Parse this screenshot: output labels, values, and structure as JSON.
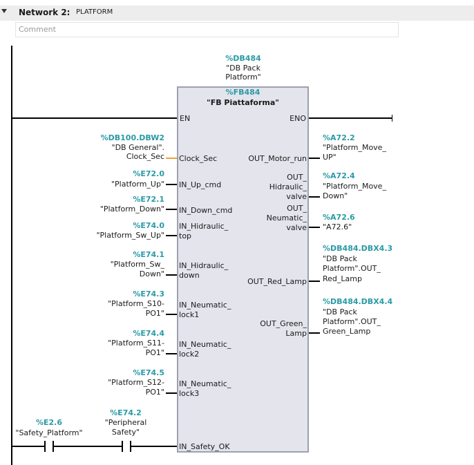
{
  "network": {
    "title": "Network 2:",
    "name": "PLATFORM",
    "comment_placeholder": "Comment"
  },
  "instance_db": {
    "address": "%DB484",
    "name_line1": "\"DB Pack",
    "name_line2": "Platform\""
  },
  "fb": {
    "address": "%FB484",
    "name": "\"FB Piattaforma\"",
    "en": "EN",
    "eno": "ENO"
  },
  "inputs": [
    {
      "pin": "Clock_Sec",
      "address": "%DB100.DBW2",
      "tag_line1": "\"DB General\".",
      "tag_line2": "Clock_Sec"
    },
    {
      "pin": "IN_Up_cmd",
      "address": "%E72.0",
      "tag_line1": "\"Platform_Up\"",
      "tag_line2": ""
    },
    {
      "pin": "IN_Down_cmd",
      "address": "%E72.1",
      "tag_line1": "\"Platform_Down\"",
      "tag_line2": ""
    },
    {
      "pin_line1": "IN_Hidraulic_",
      "pin_line2": "top",
      "address": "%E74.0",
      "tag_line1": "\"Platform_Sw_Up\"",
      "tag_line2": ""
    },
    {
      "pin_line1": "IN_Hidraulic_",
      "pin_line2": "down",
      "address": "%E74.1",
      "tag_line1": "\"Platform_Sw_",
      "tag_line2": "Down\""
    },
    {
      "pin_line1": "IN_Neumatic_",
      "pin_line2": "lock1",
      "address": "%E74.3",
      "tag_line1": "\"Platform_S10-",
      "tag_line2": "PO1\""
    },
    {
      "pin_line1": "IN_Neumatic_",
      "pin_line2": "lock2",
      "address": "%E74.4",
      "tag_line1": "\"Platform_S11-",
      "tag_line2": "PO1\""
    },
    {
      "pin_line1": "IN_Neumatic_",
      "pin_line2": "lock3",
      "address": "%E74.5",
      "tag_line1": "\"Platform_S12-",
      "tag_line2": "PO1\""
    },
    {
      "pin": "IN_Safety_OK"
    }
  ],
  "outputs": [
    {
      "pin": "OUT_Motor_run",
      "address": "%A72.2",
      "tag_line1": "\"Platform_Move_",
      "tag_line2": "UP\""
    },
    {
      "pin_line1": "OUT_",
      "pin_line2": "Hidraulic_",
      "pin_line3": "valve",
      "address": "%A72.4",
      "tag_line1": "\"Platform_Move_",
      "tag_line2": "Down\""
    },
    {
      "pin_line1": "OUT_",
      "pin_line2": "Neumatic_",
      "pin_line3": "valve",
      "address": "%A72.6",
      "tag_line1": "\"A72.6\""
    },
    {
      "pin": "OUT_Red_Lamp",
      "address": "%DB484.DBX4.3",
      "tag_line1": "\"DB Pack",
      "tag_line2": "Platform\".OUT_",
      "tag_line3": "Red_Lamp"
    },
    {
      "pin_line1": "OUT_Green_",
      "pin_line2": "Lamp",
      "address": "%DB484.DBX4.4",
      "tag_line1": "\"DB Pack",
      "tag_line2": "Platform\".OUT_",
      "tag_line3": "Green_Lamp"
    }
  ],
  "contacts": [
    {
      "address": "%E2.6",
      "tag_line1": "\"Safety_Platform\""
    },
    {
      "address": "%E74.2",
      "tag_line1": "\"Peripheral",
      "tag_line2": "Safety\""
    }
  ]
}
